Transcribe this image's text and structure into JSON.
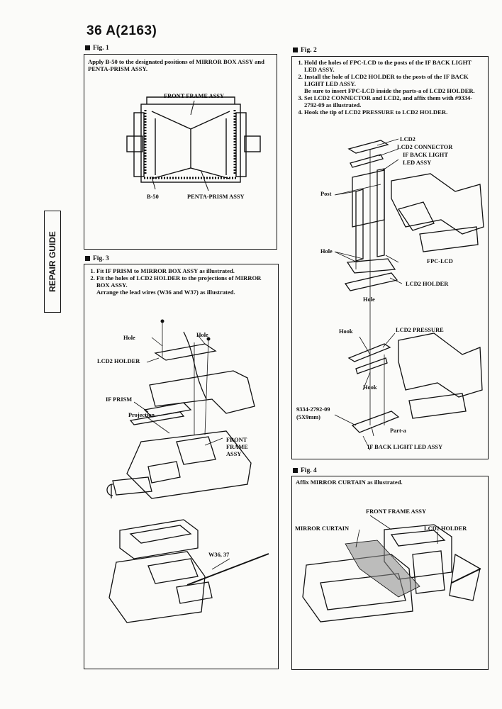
{
  "page": {
    "title": "36 A(2163)",
    "side_tab": "REPAIR GUIDE"
  },
  "fig1": {
    "label": "Fig. 1",
    "instruction": "Apply B-50 to the designated positions of MIRROR BOX ASSY and PENTA-PRISM ASSY.",
    "labels": {
      "front_frame": "FRONT FRAME ASSY",
      "b50": "B-50",
      "penta_prism": "PENTA-PRISM ASSY"
    }
  },
  "fig2": {
    "label": "Fig. 2",
    "steps": [
      "Hold the holes of FPC-LCD to the posts of the IF BACK LIGHT LED ASSY.",
      "Install the hole of LCD2 HOLDER to the posts of the IF BACK LIGHT LED ASSY.",
      "Set LCD2 CONNECTOR and LCD2, and affix them with #9334-2792-09 as illustrated.",
      "Hook the tip of LCD2 PRESSURE to LCD2 HOLDER."
    ],
    "step2_note": "Be sure to insert FPC-LCD inside the parts-a of LCD2 HOLDER.",
    "labels": {
      "lcd2": "LCD2",
      "lcd2_connector": "LCD2 CONNECTOR",
      "if_back_light": "IF BACK LIGHT",
      "led_assy": "LED ASSY",
      "post": "Post",
      "hole": "Hole",
      "fpc_lcd": "FPC-LCD",
      "lcd2_holder": "LCD2 HOLDER",
      "hole2": "Hole",
      "hook": "Hook",
      "lcd2_pressure": "LCD2 PRESSURE",
      "hook2": "Hook",
      "tape_no": "9334-2792-09",
      "tape_size": "(5X9mm)",
      "part_a": "Part-a",
      "if_back_light_led_assy": "IF BACK LIGHT LED ASSY"
    }
  },
  "fig3": {
    "label": "Fig. 3",
    "steps": [
      "Fit IF PRISM to MIRROR BOX ASSY as illustrated.",
      "Fit the holes of LCD2 HOLDER to the projections of MIRROR BOX ASSY."
    ],
    "step2_note": "Arrange the lead wires (W36 and W37) as illustrated.",
    "labels": {
      "hole_a": "Hole",
      "hole_b": "Hole",
      "lcd2_holder": "LCD2 HOLDER",
      "if_prism": "IF PRISM",
      "projection": "Projection",
      "front_frame_1": "FRONT",
      "front_frame_2": "FRAME",
      "front_frame_3": "ASSY",
      "w36": "W36, 37"
    }
  },
  "fig4": {
    "label": "Fig. 4",
    "instruction": "Affix MIRROR CURTAIN as illustrated.",
    "labels": {
      "front_frame": "FRONT FRAME ASSY",
      "mirror_curtain": "MIRROR CURTAIN",
      "lcd2_holder": "LCD2 HOLDER"
    }
  }
}
